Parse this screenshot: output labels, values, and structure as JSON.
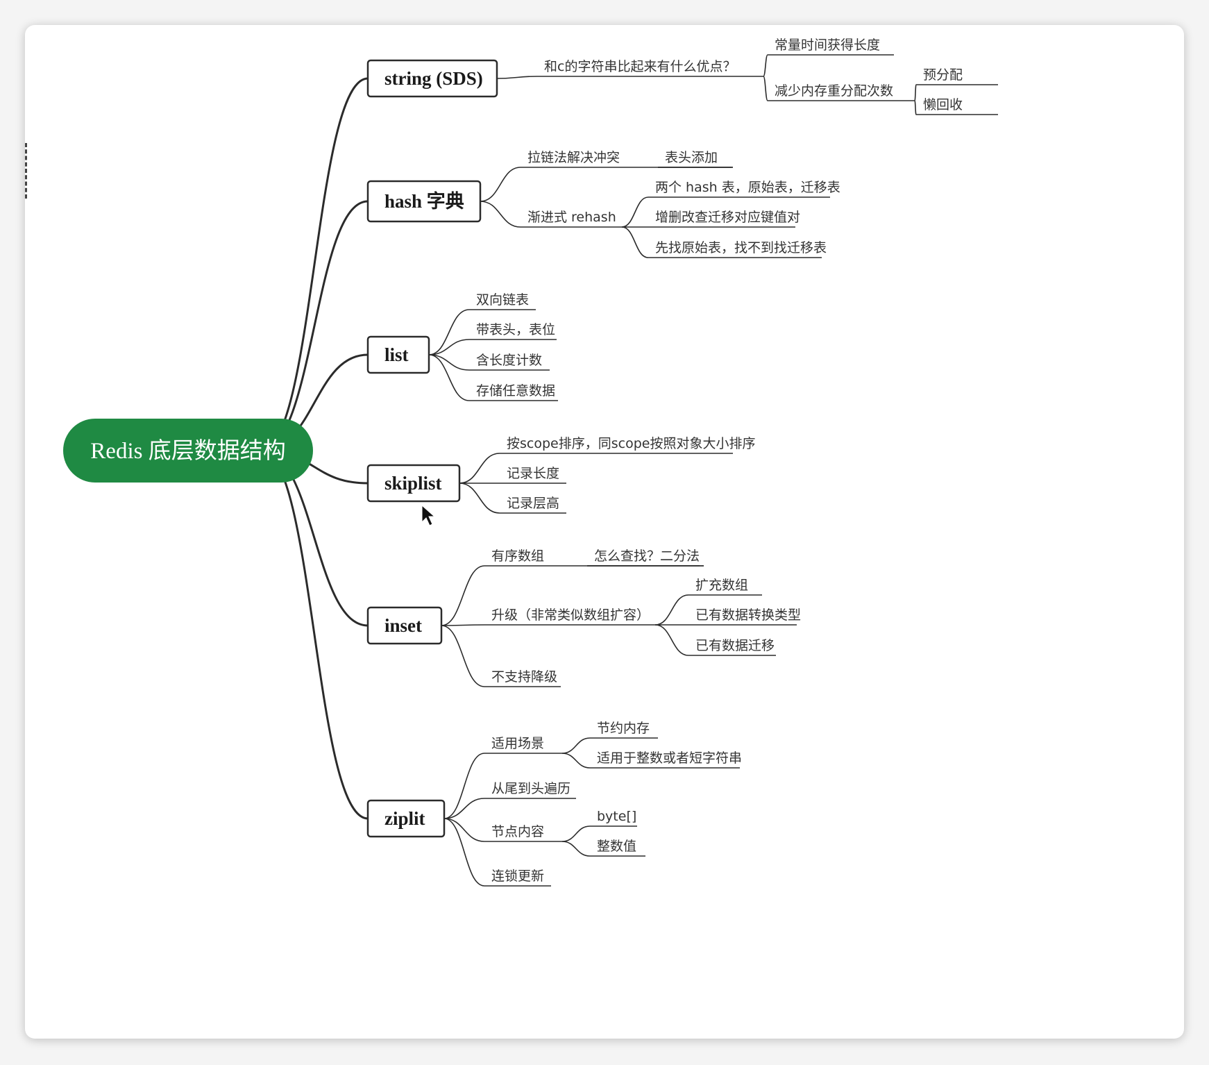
{
  "root": {
    "label": "Redis 底层数据结构",
    "color": "#1f8a43"
  },
  "branches": [
    {
      "label": "string (SDS)",
      "children": [
        {
          "label": "和c的字符串比起来有什么优点？",
          "children": [
            {
              "label": "常量时间获得长度"
            },
            {
              "label": "减少内存重分配次数",
              "children": [
                {
                  "label": "预分配"
                },
                {
                  "label": "懒回收"
                }
              ]
            }
          ]
        }
      ]
    },
    {
      "label": "hash 字典",
      "children": [
        {
          "label": "拉链法解决冲突",
          "children": [
            {
              "label": "表头添加"
            }
          ]
        },
        {
          "label": "渐进式 rehash",
          "children": [
            {
              "label": "两个 hash 表，原始表，迁移表"
            },
            {
              "label": "增删改查迁移对应键值对"
            },
            {
              "label": "先找原始表，找不到找迁移表"
            }
          ]
        }
      ]
    },
    {
      "label": "list",
      "children": [
        {
          "label": "双向链表"
        },
        {
          "label": "带表头，表位"
        },
        {
          "label": "含长度计数"
        },
        {
          "label": "存储任意数据"
        }
      ]
    },
    {
      "label": "skiplist",
      "children": [
        {
          "label": "按scope排序，同scope按照对象大小排序"
        },
        {
          "label": "记录长度"
        },
        {
          "label": "记录层高"
        }
      ]
    },
    {
      "label": "inset",
      "children": [
        {
          "label": "有序数组",
          "children": [
            {
              "label": "怎么查找？二分法"
            }
          ]
        },
        {
          "label": "升级（非常类似数组扩容）",
          "children": [
            {
              "label": "扩充数组"
            },
            {
              "label": "已有数据转换类型"
            },
            {
              "label": "已有数据迁移"
            }
          ]
        },
        {
          "label": "不支持降级"
        }
      ]
    },
    {
      "label": "ziplit",
      "children": [
        {
          "label": "适用场景",
          "children": [
            {
              "label": "节约内存"
            },
            {
              "label": "适用于整数或者短字符串"
            }
          ]
        },
        {
          "label": "从尾到头遍历"
        },
        {
          "label": "节点内容",
          "children": [
            {
              "label": "byte[]"
            },
            {
              "label": "整数值"
            }
          ]
        },
        {
          "label": "连锁更新"
        }
      ]
    }
  ]
}
